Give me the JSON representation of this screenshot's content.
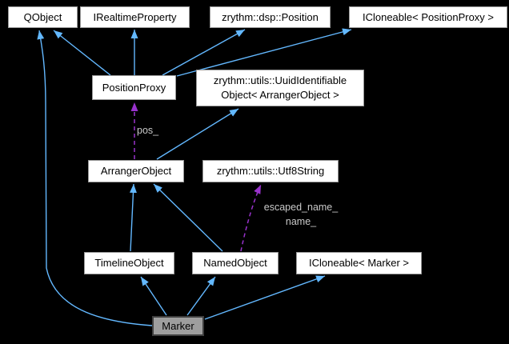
{
  "diagram": {
    "type": "class-inheritance-graph",
    "background": "#000000",
    "colors": {
      "inheritance_edge": "#63b8ff",
      "usage_edge": "#9932cc",
      "node_fill": "#ffffff",
      "node_border": "#9a9a9a",
      "highlight_node_fill": "#9e9e9e",
      "highlight_node_border": "#3f3f3f",
      "node_text": "#000000",
      "edge_label_text": "#c9c9c9"
    },
    "nodes": [
      {
        "id": "qobject",
        "label": "QObject"
      },
      {
        "id": "irealtimeproperty",
        "label": "IRealtimeProperty"
      },
      {
        "id": "dsp-position",
        "label": "zrythm::dsp::Position"
      },
      {
        "id": "icloneable-positionproxy",
        "label": "ICloneable< PositionProxy >"
      },
      {
        "id": "positionproxy",
        "label": "PositionProxy"
      },
      {
        "id": "uuid-identifiable-object",
        "label": "zrythm::utils::UuidIdentifiable\nObject< ArrangerObject >"
      },
      {
        "id": "arrangerobject",
        "label": "ArrangerObject"
      },
      {
        "id": "utf8string",
        "label": "zrythm::utils::Utf8String"
      },
      {
        "id": "timelineobject",
        "label": "TimelineObject"
      },
      {
        "id": "namedobject",
        "label": "NamedObject"
      },
      {
        "id": "icloneable-marker",
        "label": "ICloneable< Marker >"
      },
      {
        "id": "marker",
        "label": "Marker",
        "highlighted": true
      }
    ],
    "edge_labels": {
      "pos": "pos_",
      "names": "escaped_name_\nname_"
    },
    "edges": [
      {
        "from": "PositionProxy",
        "to": "QObject",
        "type": "inheritance"
      },
      {
        "from": "PositionProxy",
        "to": "IRealtimeProperty",
        "type": "inheritance"
      },
      {
        "from": "PositionProxy",
        "to": "zrythm::dsp::Position",
        "type": "inheritance"
      },
      {
        "from": "PositionProxy",
        "to": "ICloneable< PositionProxy >",
        "type": "inheritance"
      },
      {
        "from": "ArrangerObject",
        "to": "zrythm::utils::UuidIdentifiableObject< ArrangerObject >",
        "type": "inheritance"
      },
      {
        "from": "ArrangerObject",
        "to": "PositionProxy",
        "type": "usage",
        "label": "pos_"
      },
      {
        "from": "TimelineObject",
        "to": "ArrangerObject",
        "type": "inheritance"
      },
      {
        "from": "NamedObject",
        "to": "ArrangerObject",
        "type": "inheritance"
      },
      {
        "from": "NamedObject",
        "to": "zrythm::utils::Utf8String",
        "type": "usage",
        "label": "escaped_name_ name_"
      },
      {
        "from": "Marker",
        "to": "TimelineObject",
        "type": "inheritance"
      },
      {
        "from": "Marker",
        "to": "NamedObject",
        "type": "inheritance"
      },
      {
        "from": "Marker",
        "to": "ICloneable< Marker >",
        "type": "inheritance"
      },
      {
        "from": "Marker",
        "to": "QObject",
        "type": "inheritance"
      }
    ]
  }
}
